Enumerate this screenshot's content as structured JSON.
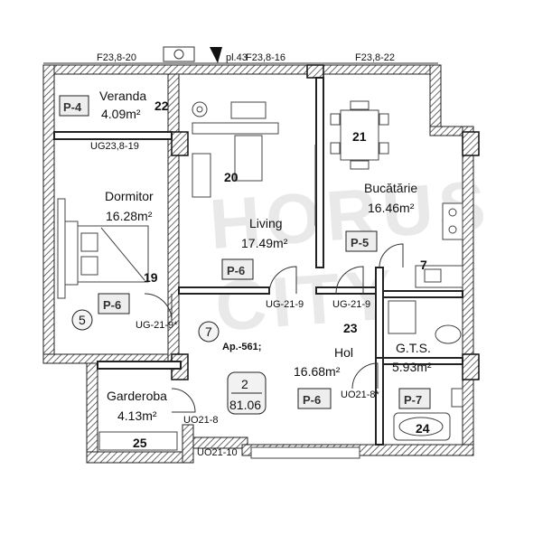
{
  "header": {
    "codes": [
      "F23,8-20",
      "pl.43",
      "F23,8-16",
      "F23,8-22"
    ]
  },
  "rooms": {
    "veranda": {
      "name": "Veranda",
      "area": "4.09m²",
      "no": "22",
      "tag": "P-4"
    },
    "dormitor": {
      "name": "Dormitor",
      "area": "16.28m²",
      "no": "19",
      "tag": "P-6"
    },
    "living": {
      "name": "Living",
      "area": "17.49m²",
      "no": "20",
      "tag": "P-6"
    },
    "bucatarie": {
      "name": "Bucătărie",
      "area": "16.46m²",
      "no": "21",
      "tag": "P-5"
    },
    "hol": {
      "name": "Hol",
      "area": "16.68m²",
      "no": "23",
      "tag": "P-6"
    },
    "gts": {
      "name": "G.T.S.",
      "area": "5.93m²",
      "no": "24",
      "tag": "P-7"
    },
    "garderoba": {
      "name": "Garderoba",
      "area": "4.13m²",
      "no": "25"
    }
  },
  "door_codes": {
    "ug23_19": "UG23,8-19",
    "ug21_9a": "UG-21-9",
    "ug21_9b": "UG-21-9",
    "ug21_9star": "UG-21-9*",
    "uo21_8star": "UO21-8*",
    "uo21_8": "UO21-8",
    "uo21_10": "UO21-10"
  },
  "markers": {
    "circle5": "5",
    "circle7": "7",
    "kitchen7": "7"
  },
  "apartment": {
    "label": "Ap.-561;",
    "rooms": "2",
    "area": "81.06"
  },
  "watermark": "HORUS CITY",
  "colors": {
    "wall": "#222222",
    "hatch": "#555555",
    "line": "#333333",
    "watermark": "#e9e9e9"
  }
}
